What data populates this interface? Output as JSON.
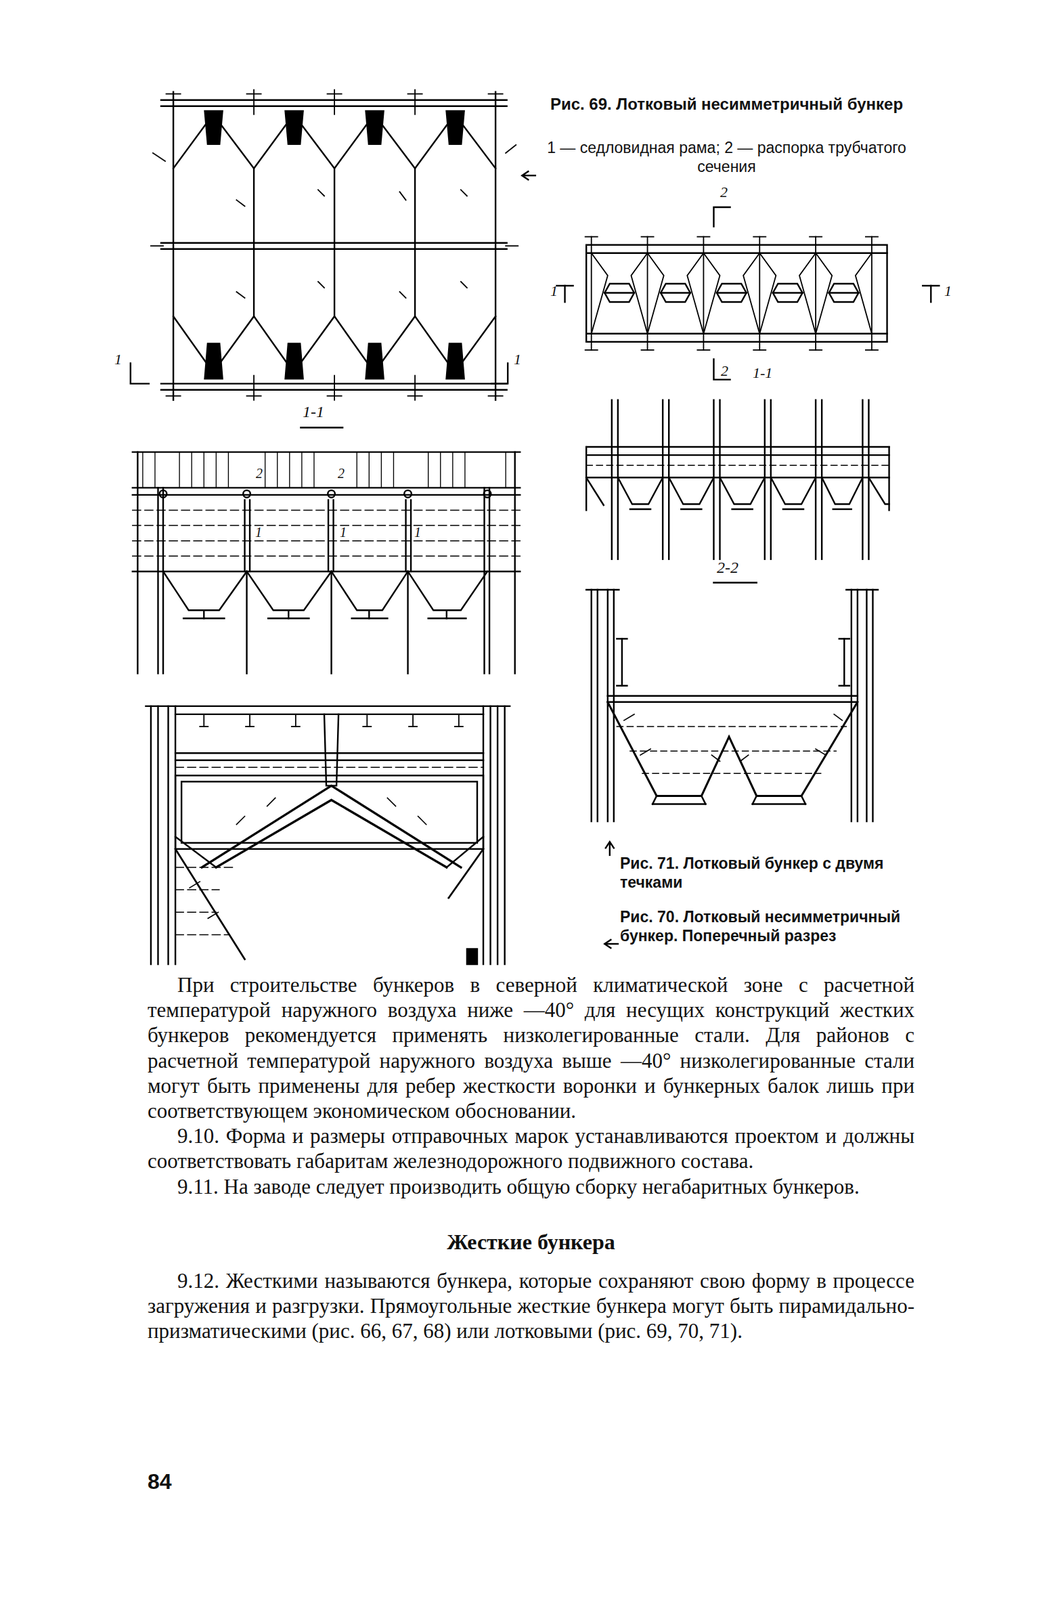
{
  "diagram": {
    "labels": [
      "Рис. 69. Лотковый несимметричный бункер",
      "1 — седловидная рама; 2 — распорка трубчатого сечения",
      "1",
      "1",
      "1-1",
      "2",
      "2",
      "1",
      "1",
      "1",
      "2",
      "1",
      "1",
      "2",
      "1-1",
      "2-2",
      "Рис. 71. Лотковый бункер с двумя течками",
      "Рис. 70. Лотковый несимметричный бункер. Поперечный разрез",
      "При строительстве бункеров в северной климатической зоне с расчетной температурой наружного воздуха ниже —40° для несущих конструкций жестких бункеров рекомендуется применять низколегированные стали. Для районов с расчетной температурой наружного воздуха выше —40° низколегированные стали могут быть применены для ребер жесткости воронки и бункерных балок лишь при соответствующем экономическом обосновании.",
      "9.10. Форма и размеры отправочных марок устанавливаются проектом и должны соответствовать габаритам железнодорожного подвижного состава.",
      "9.11. На заводе следует производить общую сборку негабаритных бункеров.",
      "Жесткие бункера",
      "9.12. Жесткими называются бункера, которые сохраняют свою форму в процессе загружения и разгрузки. Прямоугольные жесткие бункера могут быть пирамидально-призматическими (рис. 66, 67, 68) или лотковыми (рис. 69, 70, 71).",
      "84"
    ]
  }
}
